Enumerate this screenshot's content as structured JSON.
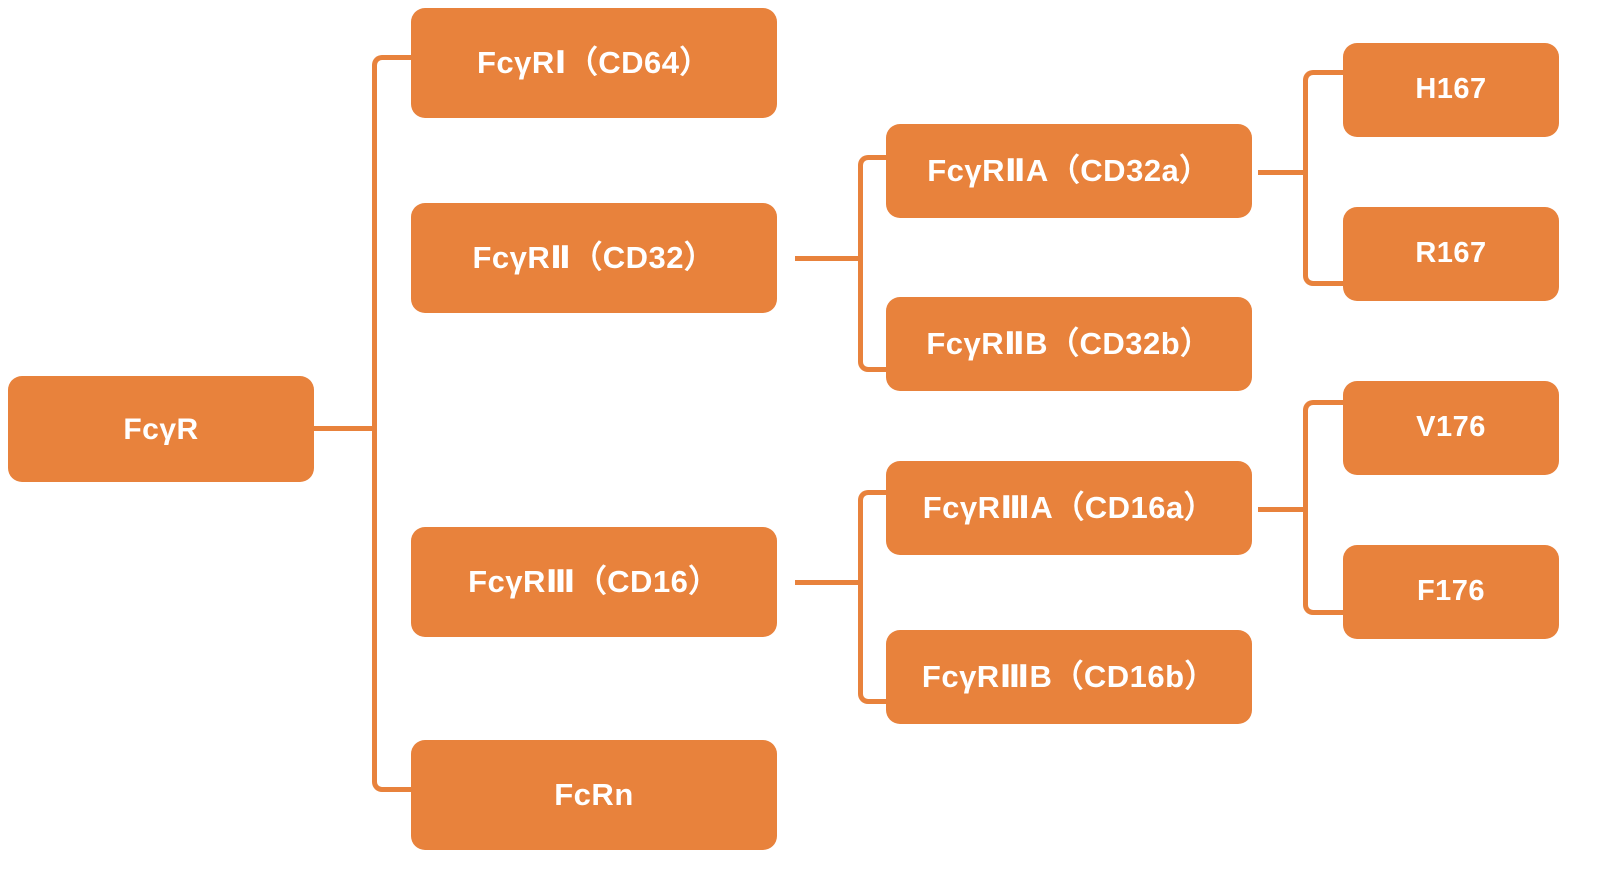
{
  "diagram": {
    "title": "FcγR receptor family tree",
    "type": "hierarchy-tree",
    "accent_color": "#E8823C",
    "node_text_color": "#FFFFFF",
    "background_color": "#FFFFFF"
  },
  "root": {
    "label": "FcγR"
  },
  "level2": [
    {
      "label": "FcγRⅠ（CD64）"
    },
    {
      "label": "FcγRⅡ（CD32）"
    },
    {
      "label": "FcγRⅢ（CD16）"
    },
    {
      "label": "FcRn"
    }
  ],
  "level3": [
    {
      "label": "FcγRⅡA（CD32a）"
    },
    {
      "label": "FcγRⅡB（CD32b）"
    },
    {
      "label": "FcγRⅢA（CD16a）"
    },
    {
      "label": "FcγRⅢB（CD16b）"
    }
  ],
  "level4": [
    {
      "label": "H167"
    },
    {
      "label": "R167"
    },
    {
      "label": "V176"
    },
    {
      "label": "F176"
    }
  ],
  "connectors": [
    {
      "name": "bracket-root-to-level2",
      "from": "FcγR",
      "to": [
        "FcγRⅠ（CD64）",
        "FcγRⅡ（CD32）",
        "FcγRⅢ（CD16）",
        "FcRn"
      ]
    },
    {
      "name": "bracket-cd32-to-subtypes",
      "from": "FcγRⅡ（CD32）",
      "to": [
        "FcγRⅡA（CD32a）",
        "FcγRⅡB（CD32b）"
      ]
    },
    {
      "name": "bracket-cd16-to-subtypes",
      "from": "FcγRⅢ（CD16）",
      "to": [
        "FcγRⅢA（CD16a）",
        "FcγRⅢB（CD16b）"
      ]
    },
    {
      "name": "bracket-cd32a-to-variants",
      "from": "FcγRⅡA（CD32a）",
      "to": [
        "H167",
        "R167"
      ]
    },
    {
      "name": "bracket-cd16a-to-variants",
      "from": "FcγRⅢA（CD16a）",
      "to": [
        "V176",
        "F176"
      ]
    }
  ]
}
